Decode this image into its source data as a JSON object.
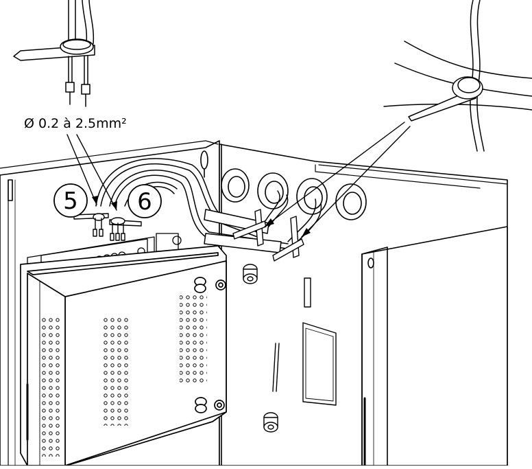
{
  "diagram": {
    "wire_gauge_label": "Ø 0.2 à 2.5mm²",
    "markers": [
      "5",
      "6"
    ],
    "colors": {
      "stroke": "#000000",
      "fill": "#ffffff"
    }
  }
}
